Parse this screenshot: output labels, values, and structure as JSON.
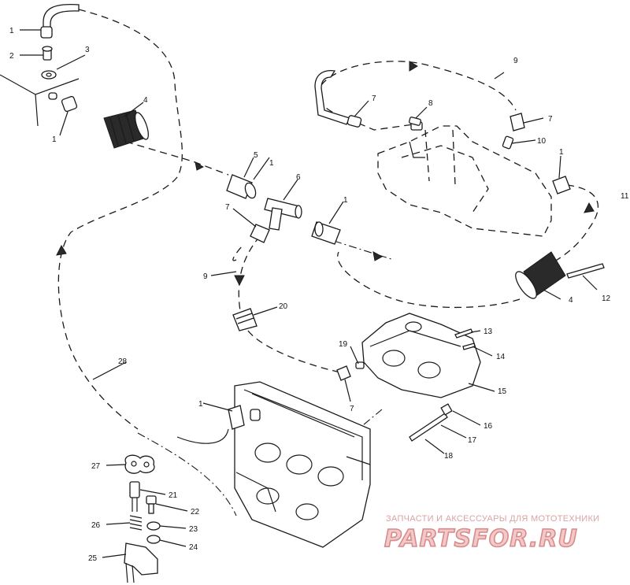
{
  "watermark": {
    "tagline": "ЗАПЧАСТИ И АКСЕССУАРЫ ДЛЯ МОТОТЕХНИКИ",
    "logo": "PARTSFOR.RU"
  },
  "callouts": {
    "c1a": "1",
    "c2": "2",
    "c3": "3",
    "c4a": "4",
    "c1b": "1",
    "c9a": "9",
    "c7a": "7",
    "c8": "8",
    "c7b": "7",
    "c10": "10",
    "c5": "5",
    "c1c": "1",
    "c6": "6",
    "c1d": "1",
    "c7c": "7",
    "c1e": "1",
    "c11": "11",
    "c9b": "9",
    "c20": "20",
    "c4b": "4",
    "c12": "12",
    "c13": "13",
    "c19": "19",
    "c14": "14",
    "c15": "15",
    "c28": "28",
    "c7d": "7",
    "c1f": "1",
    "c16": "16",
    "c17": "17",
    "c18": "18",
    "c27": "27",
    "c21": "21",
    "c22": "22",
    "c26": "26",
    "c23": "23",
    "c24": "24",
    "c25": "25"
  }
}
